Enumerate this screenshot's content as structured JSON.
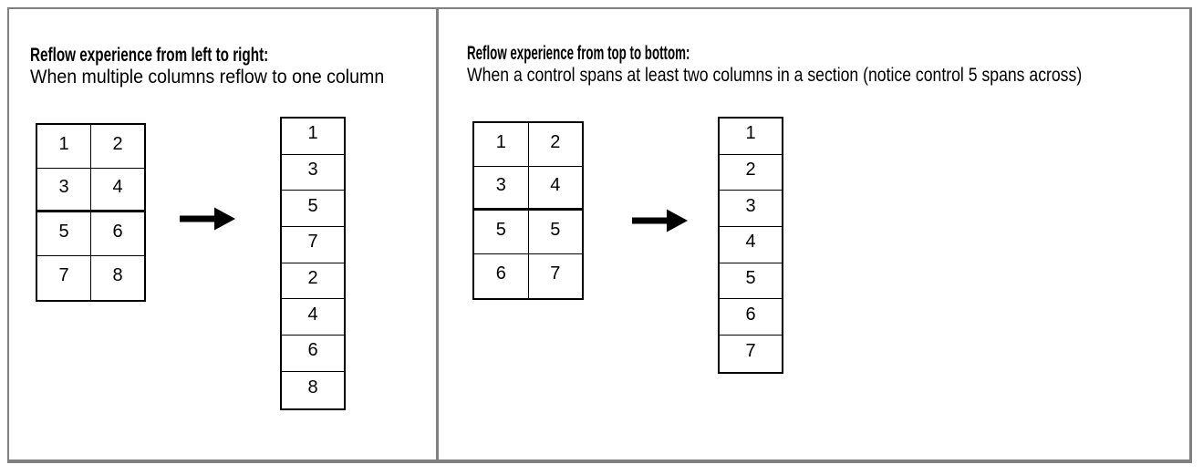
{
  "panels": [
    {
      "title": "Reflow experience from left to right:",
      "subtitle": "When multiple columns reflow to one column",
      "source_grid": {
        "columns": 2,
        "rows": [
          [
            "1",
            "2"
          ],
          [
            "3",
            "4"
          ],
          [
            "5",
            "6"
          ],
          [
            "7",
            "8"
          ]
        ],
        "thick_separator_after_row": 2
      },
      "reflowed_column": [
        "1",
        "3",
        "5",
        "7",
        "2",
        "4",
        "6",
        "8"
      ]
    },
    {
      "title": "Reflow experience from top to bottom:",
      "subtitle": "When a control spans at least two columns in a section (notice control 5 spans across)",
      "source_grid": {
        "columns": 2,
        "rows": [
          [
            "1",
            "2"
          ],
          [
            "3",
            "4"
          ],
          [
            "5",
            "5"
          ],
          [
            "6",
            "7"
          ]
        ],
        "thick_separator_after_row": 2
      },
      "reflowed_column": [
        "1",
        "2",
        "3",
        "4",
        "5",
        "6",
        "7"
      ]
    }
  ],
  "icons": {
    "arrow": "right-arrow"
  },
  "colors": {
    "background": "#ffffff",
    "frame_border": "#808080",
    "table_border": "#000000",
    "thick_separator": "#000000",
    "arrow": "#000000",
    "text": "#000000"
  }
}
